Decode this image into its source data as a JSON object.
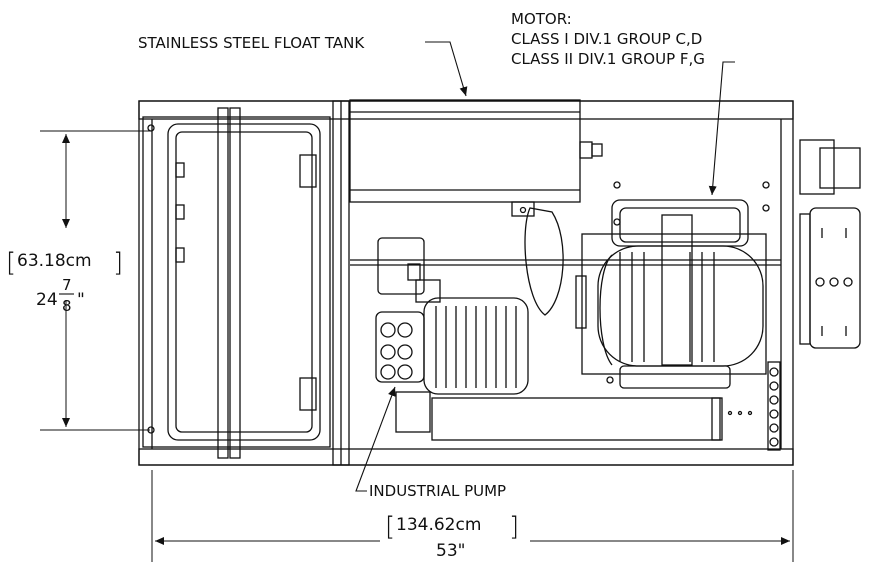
{
  "callouts": {
    "float_tank": "STAINLESS STEEL FLOAT TANK",
    "motor_title": "MOTOR:",
    "motor_class1": "CLASS I DIV.1  GROUP C,D",
    "motor_class2": "CLASS II DIV.1 GROUP F,G",
    "pump": "INDUSTRIAL PUMP"
  },
  "dimensions": {
    "height_metric": "63.18cm",
    "height_whole": "24",
    "height_num": "7",
    "height_den": "8",
    "height_inch_mark": "\"",
    "width_metric": "134.62cm",
    "width_imperial": "53\""
  }
}
